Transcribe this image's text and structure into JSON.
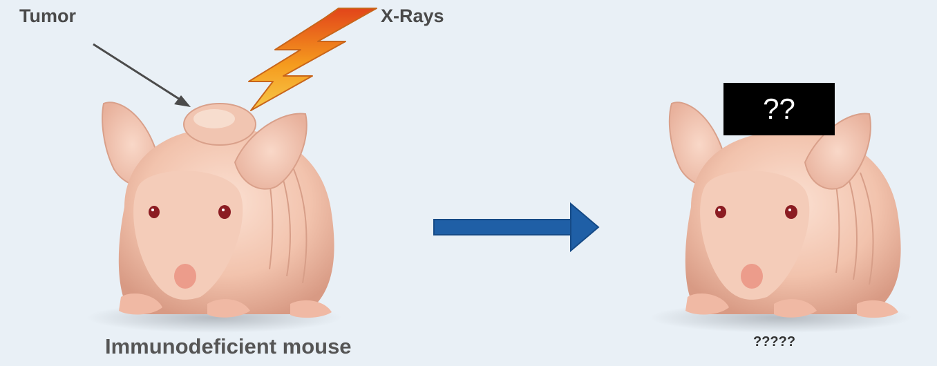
{
  "labels": {
    "tumor": "Tumor",
    "xrays": "X-Rays",
    "left_caption": "Immunodeficient mouse",
    "right_caption": "?????",
    "hidden_box": "??"
  },
  "colors": {
    "background": "#e9f0f6",
    "arrow": "#1f5fa6",
    "lightning": "#f39a1c",
    "mouse_skin": "#f3c8b3"
  },
  "icons": {
    "left_figure": "mouse-with-tumor-icon",
    "right_figure": "mouse-icon",
    "radiation": "lightning-bolt-icon",
    "transition": "right-arrow-icon"
  }
}
